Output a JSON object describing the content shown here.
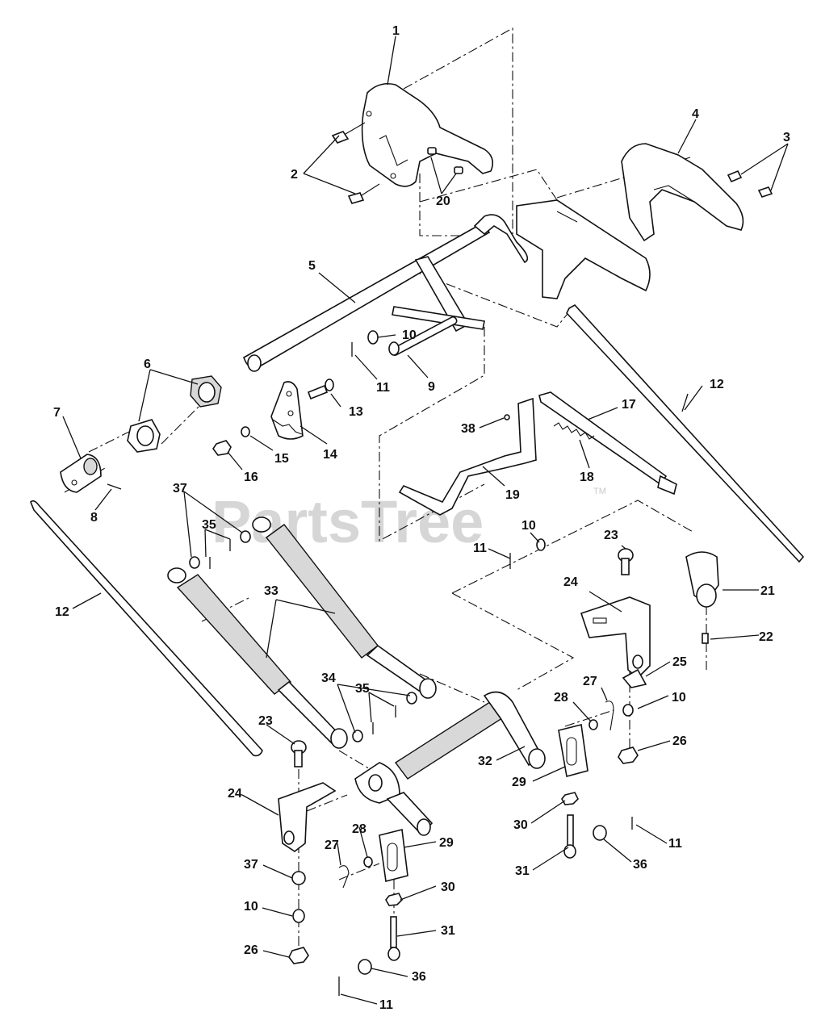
{
  "watermark": {
    "text": "PartsTree",
    "trademark": "TM"
  },
  "callouts": [
    {
      "id": "c1",
      "label": "1"
    },
    {
      "id": "c2",
      "label": "2"
    },
    {
      "id": "c3",
      "label": "3"
    },
    {
      "id": "c4",
      "label": "4"
    },
    {
      "id": "c5",
      "label": "5"
    },
    {
      "id": "c6",
      "label": "6"
    },
    {
      "id": "c7",
      "label": "7"
    },
    {
      "id": "c8",
      "label": "8"
    },
    {
      "id": "c9",
      "label": "9"
    },
    {
      "id": "c10a",
      "label": "10"
    },
    {
      "id": "c10b",
      "label": "10"
    },
    {
      "id": "c10c",
      "label": "10"
    },
    {
      "id": "c10d",
      "label": "10"
    },
    {
      "id": "c11a",
      "label": "11"
    },
    {
      "id": "c11b",
      "label": "11"
    },
    {
      "id": "c11c",
      "label": "11"
    },
    {
      "id": "c11d",
      "label": "11"
    },
    {
      "id": "c12a",
      "label": "12"
    },
    {
      "id": "c12b",
      "label": "12"
    },
    {
      "id": "c13",
      "label": "13"
    },
    {
      "id": "c14",
      "label": "14"
    },
    {
      "id": "c15",
      "label": "15"
    },
    {
      "id": "c16",
      "label": "16"
    },
    {
      "id": "c17",
      "label": "17"
    },
    {
      "id": "c18",
      "label": "18"
    },
    {
      "id": "c19",
      "label": "19"
    },
    {
      "id": "c20",
      "label": "20"
    },
    {
      "id": "c21",
      "label": "21"
    },
    {
      "id": "c22",
      "label": "22"
    },
    {
      "id": "c23a",
      "label": "23"
    },
    {
      "id": "c23b",
      "label": "23"
    },
    {
      "id": "c24a",
      "label": "24"
    },
    {
      "id": "c24b",
      "label": "24"
    },
    {
      "id": "c25",
      "label": "25"
    },
    {
      "id": "c26a",
      "label": "26"
    },
    {
      "id": "c26b",
      "label": "26"
    },
    {
      "id": "c27a",
      "label": "27"
    },
    {
      "id": "c27b",
      "label": "27"
    },
    {
      "id": "c28a",
      "label": "28"
    },
    {
      "id": "c28b",
      "label": "28"
    },
    {
      "id": "c29a",
      "label": "29"
    },
    {
      "id": "c29b",
      "label": "29"
    },
    {
      "id": "c30a",
      "label": "30"
    },
    {
      "id": "c30b",
      "label": "30"
    },
    {
      "id": "c31a",
      "label": "31"
    },
    {
      "id": "c31b",
      "label": "31"
    },
    {
      "id": "c32",
      "label": "32"
    },
    {
      "id": "c33",
      "label": "33"
    },
    {
      "id": "c34",
      "label": "34"
    },
    {
      "id": "c35a",
      "label": "35"
    },
    {
      "id": "c35b",
      "label": "35"
    },
    {
      "id": "c36a",
      "label": "36"
    },
    {
      "id": "c36b",
      "label": "36"
    },
    {
      "id": "c37a",
      "label": "37"
    },
    {
      "id": "c37b",
      "label": "37"
    },
    {
      "id": "c38",
      "label": "38"
    }
  ]
}
